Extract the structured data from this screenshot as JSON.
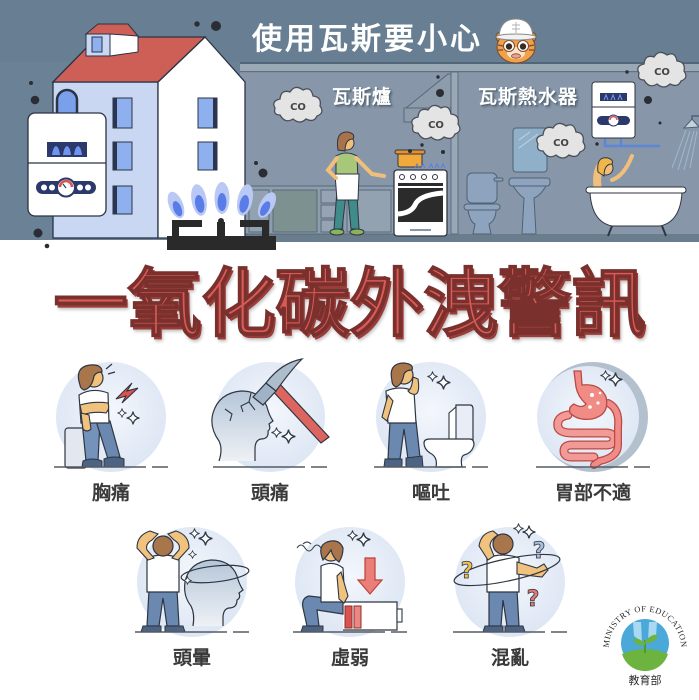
{
  "scene": {
    "title": "使用瓦斯要小心",
    "mascot_icon": "tiger-mascot-icon",
    "stove_label": "瓦斯爐",
    "water_heater_label": "瓦斯熱水器",
    "co_clouds": [
      "CO",
      "CO",
      "CO",
      "CO"
    ]
  },
  "headline": "一氧化碳外洩警訊",
  "symptoms": [
    {
      "label": "胸痛",
      "icon": "chest-pain-icon"
    },
    {
      "label": "頭痛",
      "icon": "headache-icon"
    },
    {
      "label": "嘔吐",
      "icon": "vomiting-icon"
    },
    {
      "label": "胃部不適",
      "icon": "stomach-discomfort-icon"
    },
    {
      "label": "頭暈",
      "icon": "dizziness-icon"
    },
    {
      "label": "虛弱",
      "icon": "weakness-icon"
    },
    {
      "label": "混亂",
      "icon": "confusion-icon",
      "glyph": "?"
    }
  ],
  "logo": {
    "icon": "ministry-of-education-logo",
    "text_en": "MINISTRY OF EDUCATION",
    "text_zh": "教育部"
  },
  "colors": {
    "header_band": "#677e93",
    "room_wall": "#8797a9",
    "headline_red": "#d95b57",
    "roof_red": "#cd5f57",
    "flame_blue": "#5a7ce6",
    "symptom_circle": "#e3eaf6",
    "label_text": "#3a3a3a"
  }
}
